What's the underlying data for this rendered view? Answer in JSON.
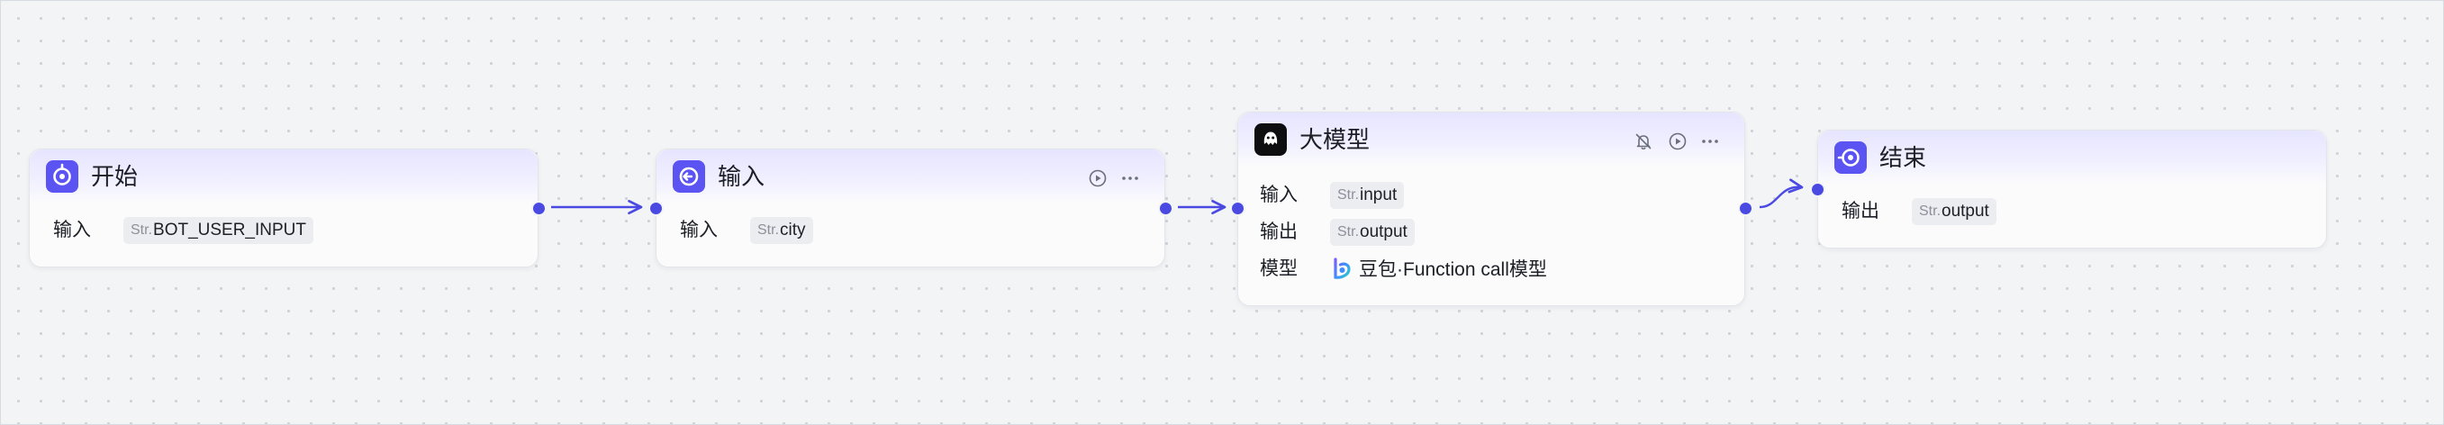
{
  "nodes": {
    "start": {
      "title": "开始",
      "rows": [
        {
          "label": "输入",
          "type": "Str.",
          "name": "BOT_USER_INPUT"
        }
      ]
    },
    "input": {
      "title": "输入",
      "rows": [
        {
          "label": "输入",
          "type": "Str.",
          "name": "city"
        }
      ]
    },
    "llm": {
      "title": "大模型",
      "rows": [
        {
          "label": "输入",
          "type": "Str.",
          "name": "input"
        },
        {
          "label": "输出",
          "type": "Str.",
          "name": "output"
        }
      ],
      "model_label": "模型",
      "model_name": "豆包·Function call模型"
    },
    "end": {
      "title": "结束",
      "rows": [
        {
          "label": "输出",
          "type": "Str.",
          "name": "output"
        }
      ]
    }
  },
  "icons": {
    "start": "start-node-icon",
    "input": "input-node-icon",
    "llm": "llm-node-icon",
    "end": "end-node-icon",
    "run": "play-circle-icon",
    "more": "more-dots-icon",
    "bell_off": "bell-off-icon",
    "model": "doubao-logo-icon"
  },
  "colors": {
    "accent": "#4a4ae3",
    "node_icon": "#5b54f2",
    "header_tint": "#e6e5ff"
  }
}
